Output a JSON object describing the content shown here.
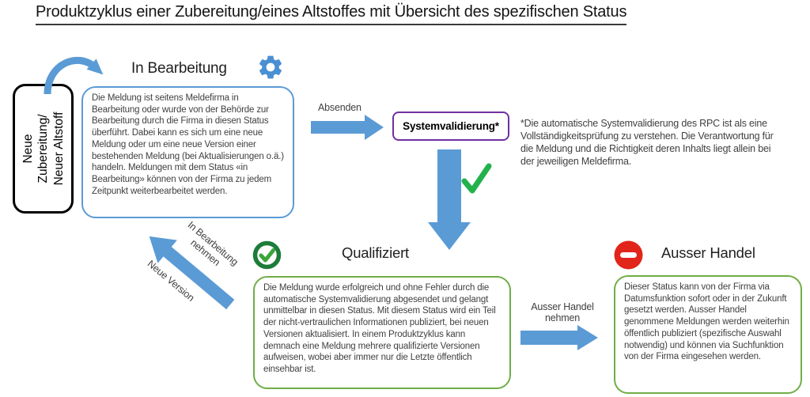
{
  "title": "Produktzyklus einer Zubereitung/eines Altstoffes mit Übersicht des spezifischen Status",
  "colors": {
    "arrow_blue": "#5B9BD5",
    "box_blue_border": "#5B9BD5",
    "box_green_border": "#70AD47",
    "box_purple_border": "#7030A0",
    "gear_blue": "#4A8FD3",
    "check_green": "#22B24C",
    "ring_green": "#1D7C3A",
    "minus_red": "#E1251B",
    "body_text": "#3F3F3F",
    "heading_text": "#1F1F1F"
  },
  "icons": {
    "gear": "gear-icon",
    "big_check": "check-icon",
    "circle_check": "circle-check-icon",
    "minus_circle": "minus-circle-icon",
    "curved_arrow": "curved-arrow-icon"
  },
  "start_node": {
    "label": "Neue\nZubereitung/\nNeuer Altstoff"
  },
  "sections": {
    "in_bearbeitung": {
      "heading": "In Bearbeitung",
      "body": "Die Meldung ist seitens Meldefirma in Bearbeitung oder wurde von der Behörde zur Bearbeitung durch die Firma in diesen Status überführt. Dabei kann es sich um eine neue Meldung oder um eine neue Version einer bestehenden Meldung (bei Aktualisierungen o.ä.) handeln. Meldungen mit dem Status «in Bearbeitung» können von der Firma zu jedem Zeitpunkt weiterbearbeitet werden."
    },
    "systemvalidierung": {
      "label": "Systemvalidierung*"
    },
    "validation_note": "*Die automatische Systemvalidierung des RPC ist als eine Vollständigkeitsprüfung zu verstehen. Die Verantwortung für die Meldung und die Richtigkeit deren Inhalts liegt allein bei der jeweiligen Meldefirma.",
    "qualifiziert": {
      "heading": "Qualifiziert",
      "body": "Die Meldung wurde erfolgreich und ohne Fehler durch die automatische Systemvalidierung abgesendet und gelangt unmittelbar in diesen Status. Mit diesem Status wird ein Teil der nicht-vertraulichen Informationen publiziert, bei neuen Versionen aktualisiert. In einem Produktzyklus kann demnach eine Meldung mehrere qualifizierte Versionen aufweisen, wobei aber immer nur die Letzte öffentlich einsehbar ist."
    },
    "ausser_handel": {
      "heading": "Ausser Handel",
      "body": "Dieser Status kann von der Firma via Datumsfunktion sofort oder in der Zukunft gesetzt werden. Ausser Handel genommene Meldungen werden weiterhin öffentlich publiziert (spezifische Auswahl notwendig) und können via Suchfunktion von der Firma eingesehen werden."
    }
  },
  "arrows": {
    "absenden": {
      "label": "Absenden"
    },
    "ausser_handel_nehmen": {
      "label": "Ausser Handel\nnehmen"
    },
    "in_bearbeitung_nehmen": {
      "label": "In Bearbeitung\nnehmen"
    },
    "neue_version": {
      "label": "Neue Version"
    }
  }
}
